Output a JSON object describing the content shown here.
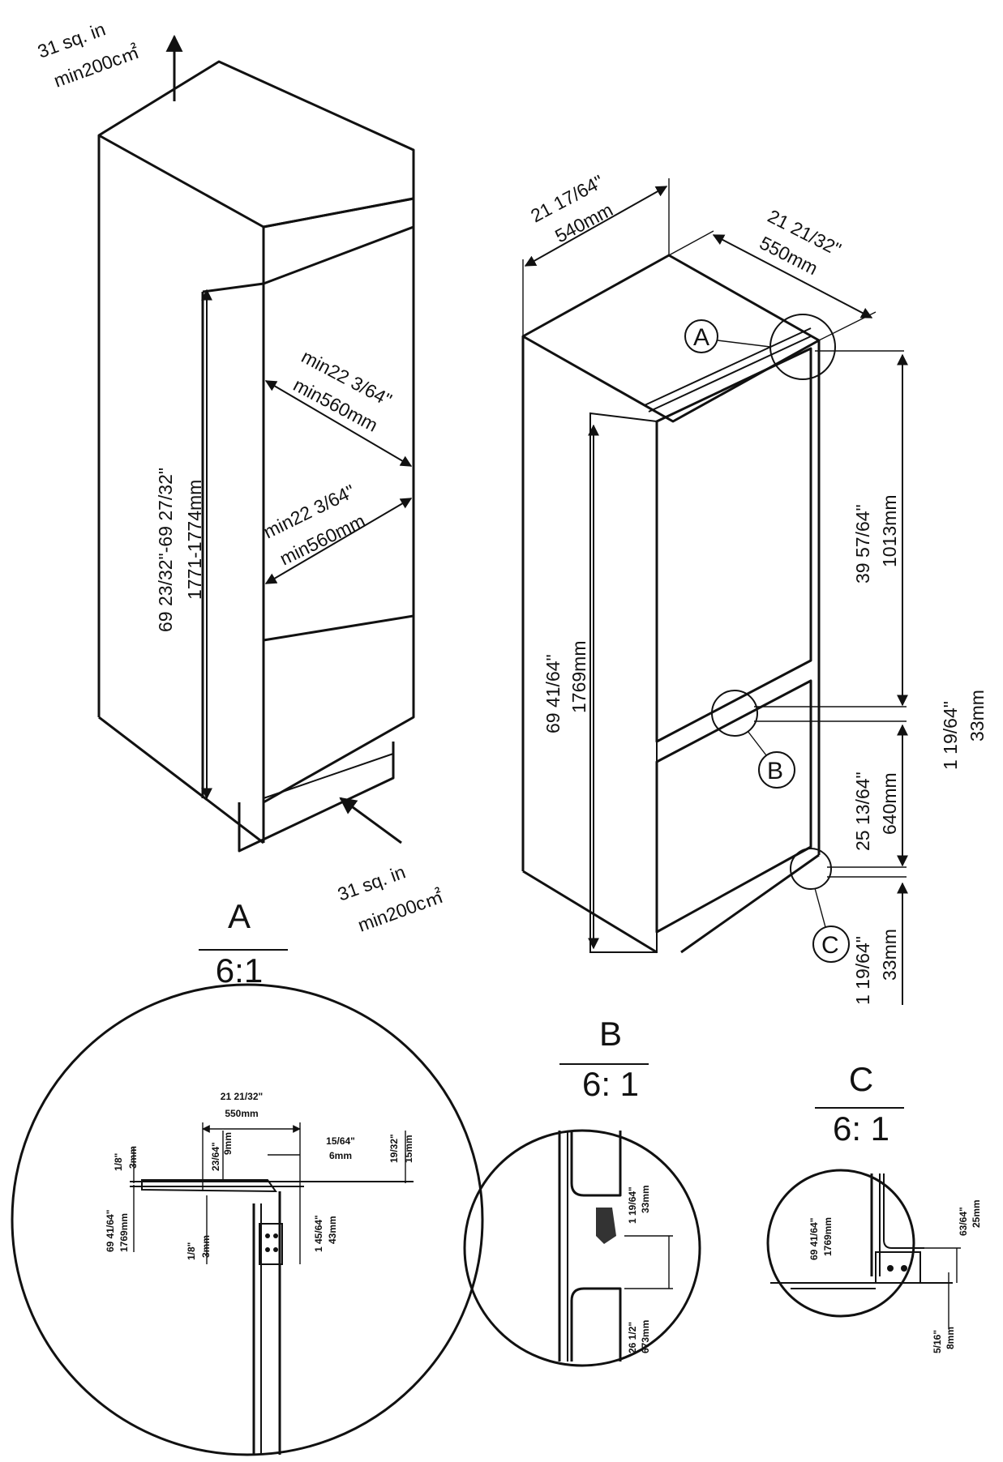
{
  "niche": {
    "vent_top": {
      "line1": "31 sq. in",
      "line2": "min200c㎡"
    },
    "vent_bottom": {
      "line1": "31 sq. in",
      "line2": "min200c㎡"
    },
    "height": {
      "inch": "69 23/32\"-69 27/32\"",
      "mm": "1771-1774mm"
    },
    "width_upper": {
      "inch": "min22 3/64\"",
      "mm": "min560mm"
    },
    "width_lower": {
      "inch": "min22 3/64\"",
      "mm": "min560mm"
    }
  },
  "appliance": {
    "width": {
      "inch": "21 17/64\"",
      "mm": "540mm"
    },
    "depth": {
      "inch": "21 21/32\"",
      "mm": "550mm"
    },
    "total_height": {
      "inch": "69 41/64\"",
      "mm": "1769mm"
    },
    "upper_door": {
      "inch": "39 57/64\"",
      "mm": "1013mm"
    },
    "gap": {
      "inch": "1 19/64\"",
      "mm": "33mm"
    },
    "lower_door": {
      "inch": "25 13/64\"",
      "mm": "640mm"
    },
    "bottom_gap": {
      "inch": "1 19/64\"",
      "mm": "33mm"
    },
    "callouts": {
      "a": "A",
      "b": "B",
      "c": "C"
    }
  },
  "detail_a": {
    "title": "A",
    "scale": "6:1",
    "top_inch": "21 21/32\"",
    "top_mm": "550mm",
    "d1_inch": "23/64\"",
    "d1_mm": "9mm",
    "d2_inch": "15/64\"",
    "d2_mm": "6mm",
    "d3_inch": "19/32\"",
    "d3_mm": "15mm",
    "d4_inch": "1/8\"",
    "d4_mm": "3mm",
    "d5_inch": "69 41/64\"",
    "d5_mm": "1769mm",
    "d6_inch": "1/8\"",
    "d6_mm": "3mm",
    "d7_inch": "1 45/64\"",
    "d7_mm": "43mm"
  },
  "detail_b": {
    "title": "B",
    "scale": "6: 1",
    "d1_inch": "1 19/64\"",
    "d1_mm": "33mm",
    "d2_inch": "26 1/2\"",
    "d2_mm": "673mm"
  },
  "detail_c": {
    "title": "C",
    "scale": "6: 1",
    "d1_inch": "69 41/64\"",
    "d1_mm": "1769mm",
    "d2_inch": "63/64\"",
    "d2_mm": "25mm",
    "d3_inch": "5/16\"",
    "d3_mm": "8mm"
  }
}
